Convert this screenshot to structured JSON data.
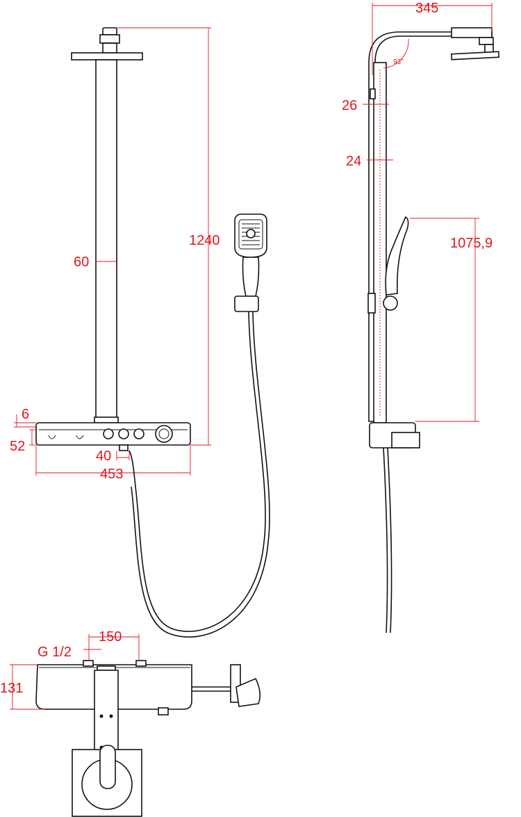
{
  "dimensions": {
    "front_total_height": "1240",
    "front_pipe_width": "60",
    "front_top_offset": "6",
    "front_bar_height": "52",
    "front_outlet_width": "40",
    "front_bar_width": "453",
    "side_arm_reach": "345",
    "side_arm_angle": "93°",
    "side_pipe_upper_diameter": "26",
    "side_pipe_lower_diameter": "24",
    "side_slide_height": "1075,9",
    "top_inlet_spacing": "150",
    "top_inlet_thread": "G 1/2",
    "top_bar_depth": "131"
  },
  "colors": {
    "dimension": "#e0161d",
    "outline": "#111111",
    "background": "#ffffff"
  }
}
